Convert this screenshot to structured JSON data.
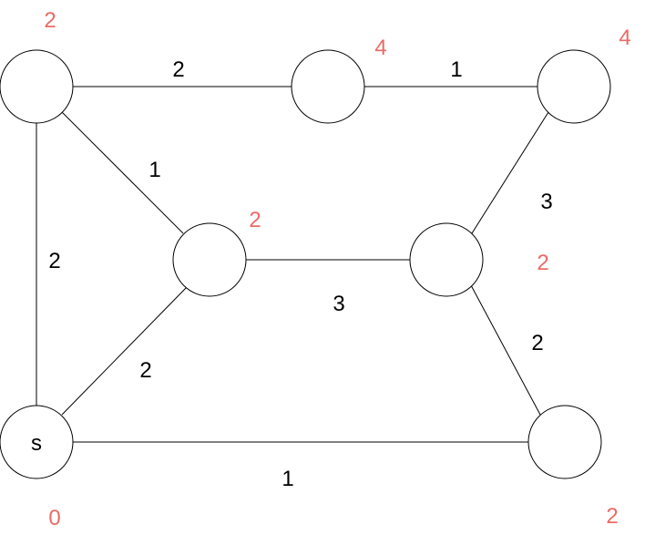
{
  "colors": {
    "distance": "#ea6b66",
    "stroke": "#000000",
    "weight": "#000000"
  },
  "nodes": [
    {
      "id": "A",
      "label": "",
      "distance": "2"
    },
    {
      "id": "B",
      "label": "",
      "distance": "4"
    },
    {
      "id": "C",
      "label": "",
      "distance": "4"
    },
    {
      "id": "D",
      "label": "",
      "distance": "2"
    },
    {
      "id": "E",
      "label": "",
      "distance": "2"
    },
    {
      "id": "S",
      "label": "s",
      "distance": "0"
    },
    {
      "id": "F",
      "label": "",
      "distance": "2"
    }
  ],
  "edges": [
    {
      "from": "A",
      "to": "B",
      "weight": "2"
    },
    {
      "from": "B",
      "to": "C",
      "weight": "1"
    },
    {
      "from": "A",
      "to": "D",
      "weight": "1"
    },
    {
      "from": "A",
      "to": "S",
      "weight": "2"
    },
    {
      "from": "C",
      "to": "E",
      "weight": "3"
    },
    {
      "from": "D",
      "to": "E",
      "weight": "3"
    },
    {
      "from": "D",
      "to": "S",
      "weight": "2"
    },
    {
      "from": "E",
      "to": "F",
      "weight": "2"
    },
    {
      "from": "S",
      "to": "F",
      "weight": "1"
    }
  ]
}
